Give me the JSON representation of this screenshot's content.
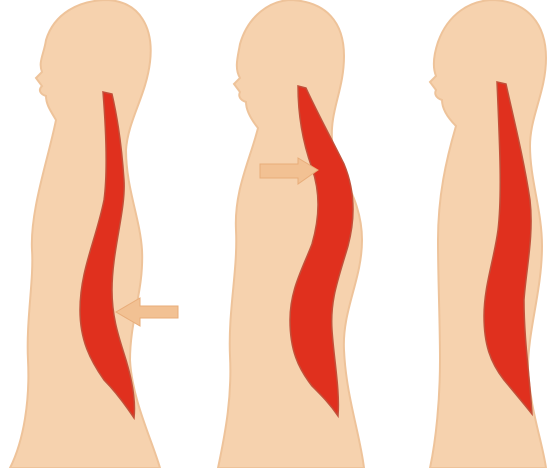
{
  "figure": {
    "panels": [
      {
        "id": "lordosis",
        "arrow": "lower-back-pointing-in"
      },
      {
        "id": "kyphosis",
        "arrow": "chest-pointing-in"
      },
      {
        "id": "normal",
        "arrow": "none"
      }
    ],
    "colors": {
      "background": "#ffffff",
      "skin": "#f6d2ae",
      "skin_shadow": "#eec39a",
      "spine": "#e0301e",
      "spine_outline": "#c2503a",
      "arrow": "#f2c193"
    }
  }
}
